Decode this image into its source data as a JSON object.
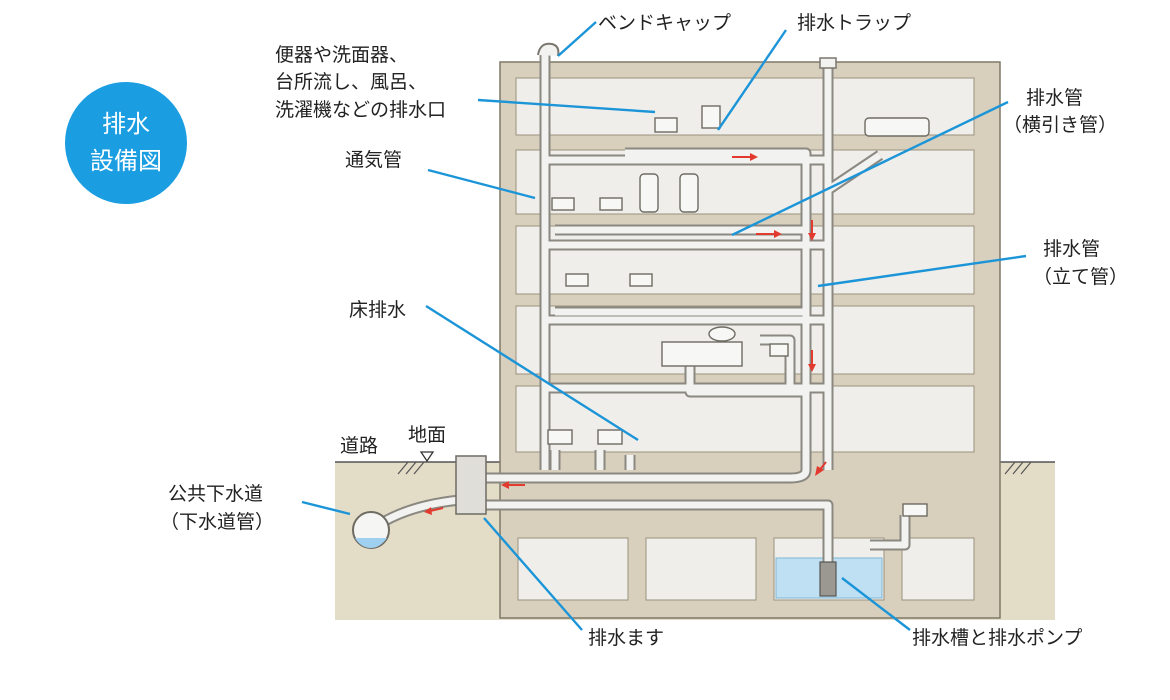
{
  "badge": {
    "line1": "排水",
    "line2": "設備図"
  },
  "labels": {
    "bend_cap": "ベンドキャップ",
    "drain_trap": "排水トラップ",
    "fixtures_line1": "便器や洗面器、",
    "fixtures_line2": "台所流し、風呂、",
    "fixtures_line3": "洗濯機などの排水口",
    "vent_pipe": "通気管",
    "horizontal_pipe_line1": "排水管",
    "horizontal_pipe_line2": "（横引き管）",
    "vertical_pipe_line1": "排水管",
    "vertical_pipe_line2": "（立て管）",
    "floor_drain": "床排水",
    "road": "道路",
    "ground": "地面",
    "public_sewer_line1": "公共下水道",
    "public_sewer_line2": "（下水道管）",
    "drain_basin": "排水ます",
    "tank_pump": "排水槽と排水ポンプ"
  },
  "colors": {
    "badge": "#1b9de2",
    "leader": "#1b95d8",
    "building": "#d8cfbd",
    "room": "#efeeea",
    "soil": "#e3dcc6",
    "pipe": "#f2f2f0",
    "pipe_outline": "#8a8880",
    "flow_arrow": "#e23a2e",
    "water": "#bfe0f3"
  }
}
